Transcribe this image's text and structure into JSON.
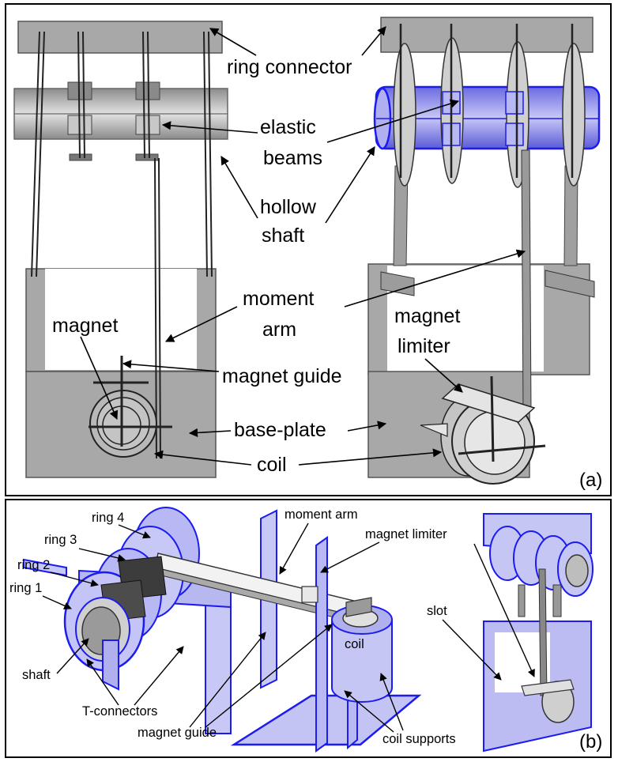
{
  "panel_a": {
    "panel_label": "(a)",
    "labels": {
      "ring_connector": "ring connector",
      "elastic": "elastic",
      "beams": "beams",
      "hollow": "hollow",
      "shaft": "shaft",
      "moment": "moment",
      "arm": "arm",
      "magnet": "magnet",
      "magnet_r": "magnet",
      "limiter": "limiter",
      "magnet_guide": "magnet guide",
      "base_plate": "base-plate",
      "coil": "coil"
    }
  },
  "panel_b": {
    "panel_label": "(b)",
    "labels": {
      "ring4": "ring 4",
      "ring3": "ring 3",
      "ring2": "ring 2",
      "ring1": "ring 1",
      "shaft": "shaft",
      "moment_arm": "moment arm",
      "magnet_limiter": "magnet limiter",
      "slot": "slot",
      "coil": "coil",
      "t_connectors": "T-connectors",
      "magnet_guide": "magnet guide",
      "coil_supports": "coil supports"
    }
  },
  "colors": {
    "gray_fill": "#a8a8a8",
    "light_gray": "#d0d0d0",
    "blue_edge": "#1c1cf0",
    "blue_fill": "#b8b8f4"
  }
}
